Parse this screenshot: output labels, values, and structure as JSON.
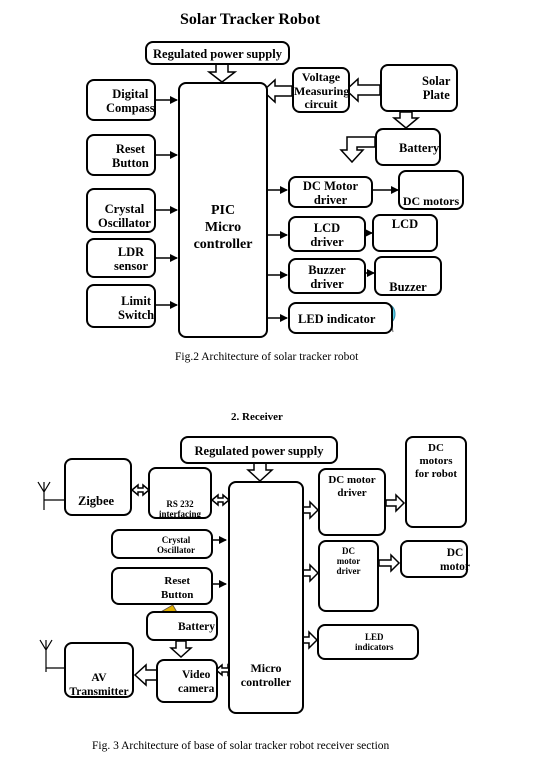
{
  "fig2": {
    "title": "Solar Tracker Robot",
    "power_supply": "Regulated power supply",
    "voltage_measuring": "Voltage\nMeasuring\ncircuit",
    "solar_plate": "Solar\nPlate",
    "battery": "Battery",
    "digital_compass": "Digital\nCompass",
    "reset_button": "Reset\nButton",
    "crystal_oscillator": "Crystal\nOscillator",
    "ldr_sensor": "LDR\nsensor",
    "limit_switch": "Limit\nSwitch",
    "pic_controller": "PIC\nMicro\ncontroller",
    "dc_motor_driver": "DC Motor\ndriver",
    "dc_motors": "DC motors",
    "lcd_driver": "LCD\ndriver",
    "lcd": "LCD",
    "buzzer_driver": "Buzzer\ndriver",
    "buzzer": "Buzzer",
    "led_indicator": "LED indicator",
    "caption": "Fig.2 Architecture of solar tracker robot"
  },
  "fig3": {
    "heading": "2. Receiver",
    "power_supply": "Regulated power supply",
    "zigbee": "Zigbee",
    "rs232": "RS 232\ninterfacing",
    "crystal_oscillator": "Crystal\nOscillator",
    "reset_button": "Reset\nButton",
    "battery": "Battery",
    "av_transmitter": "AV\nTransmitter",
    "video_camera": "Video\ncamera",
    "micro_controller": "Micro\ncontroller",
    "dc_motor_driver_1": "DC motor\ndriver",
    "dc_motors_robot": "DC\nmotors\nfor robot",
    "dc_motor_driver_2": "DC\nmotor\ndriver",
    "dc_motor": "DC\nmotor",
    "led_indicators": "LED\nindicators",
    "caption": "Fig. 3 Architecture of base of solar tracker robot receiver section"
  },
  "colors": {
    "line": "#000000",
    "led": "#5fd0e8",
    "compass": "#c0202a",
    "lcd": "#3a7bd5",
    "pcb": "#2e7d32",
    "chip": "#222222"
  }
}
